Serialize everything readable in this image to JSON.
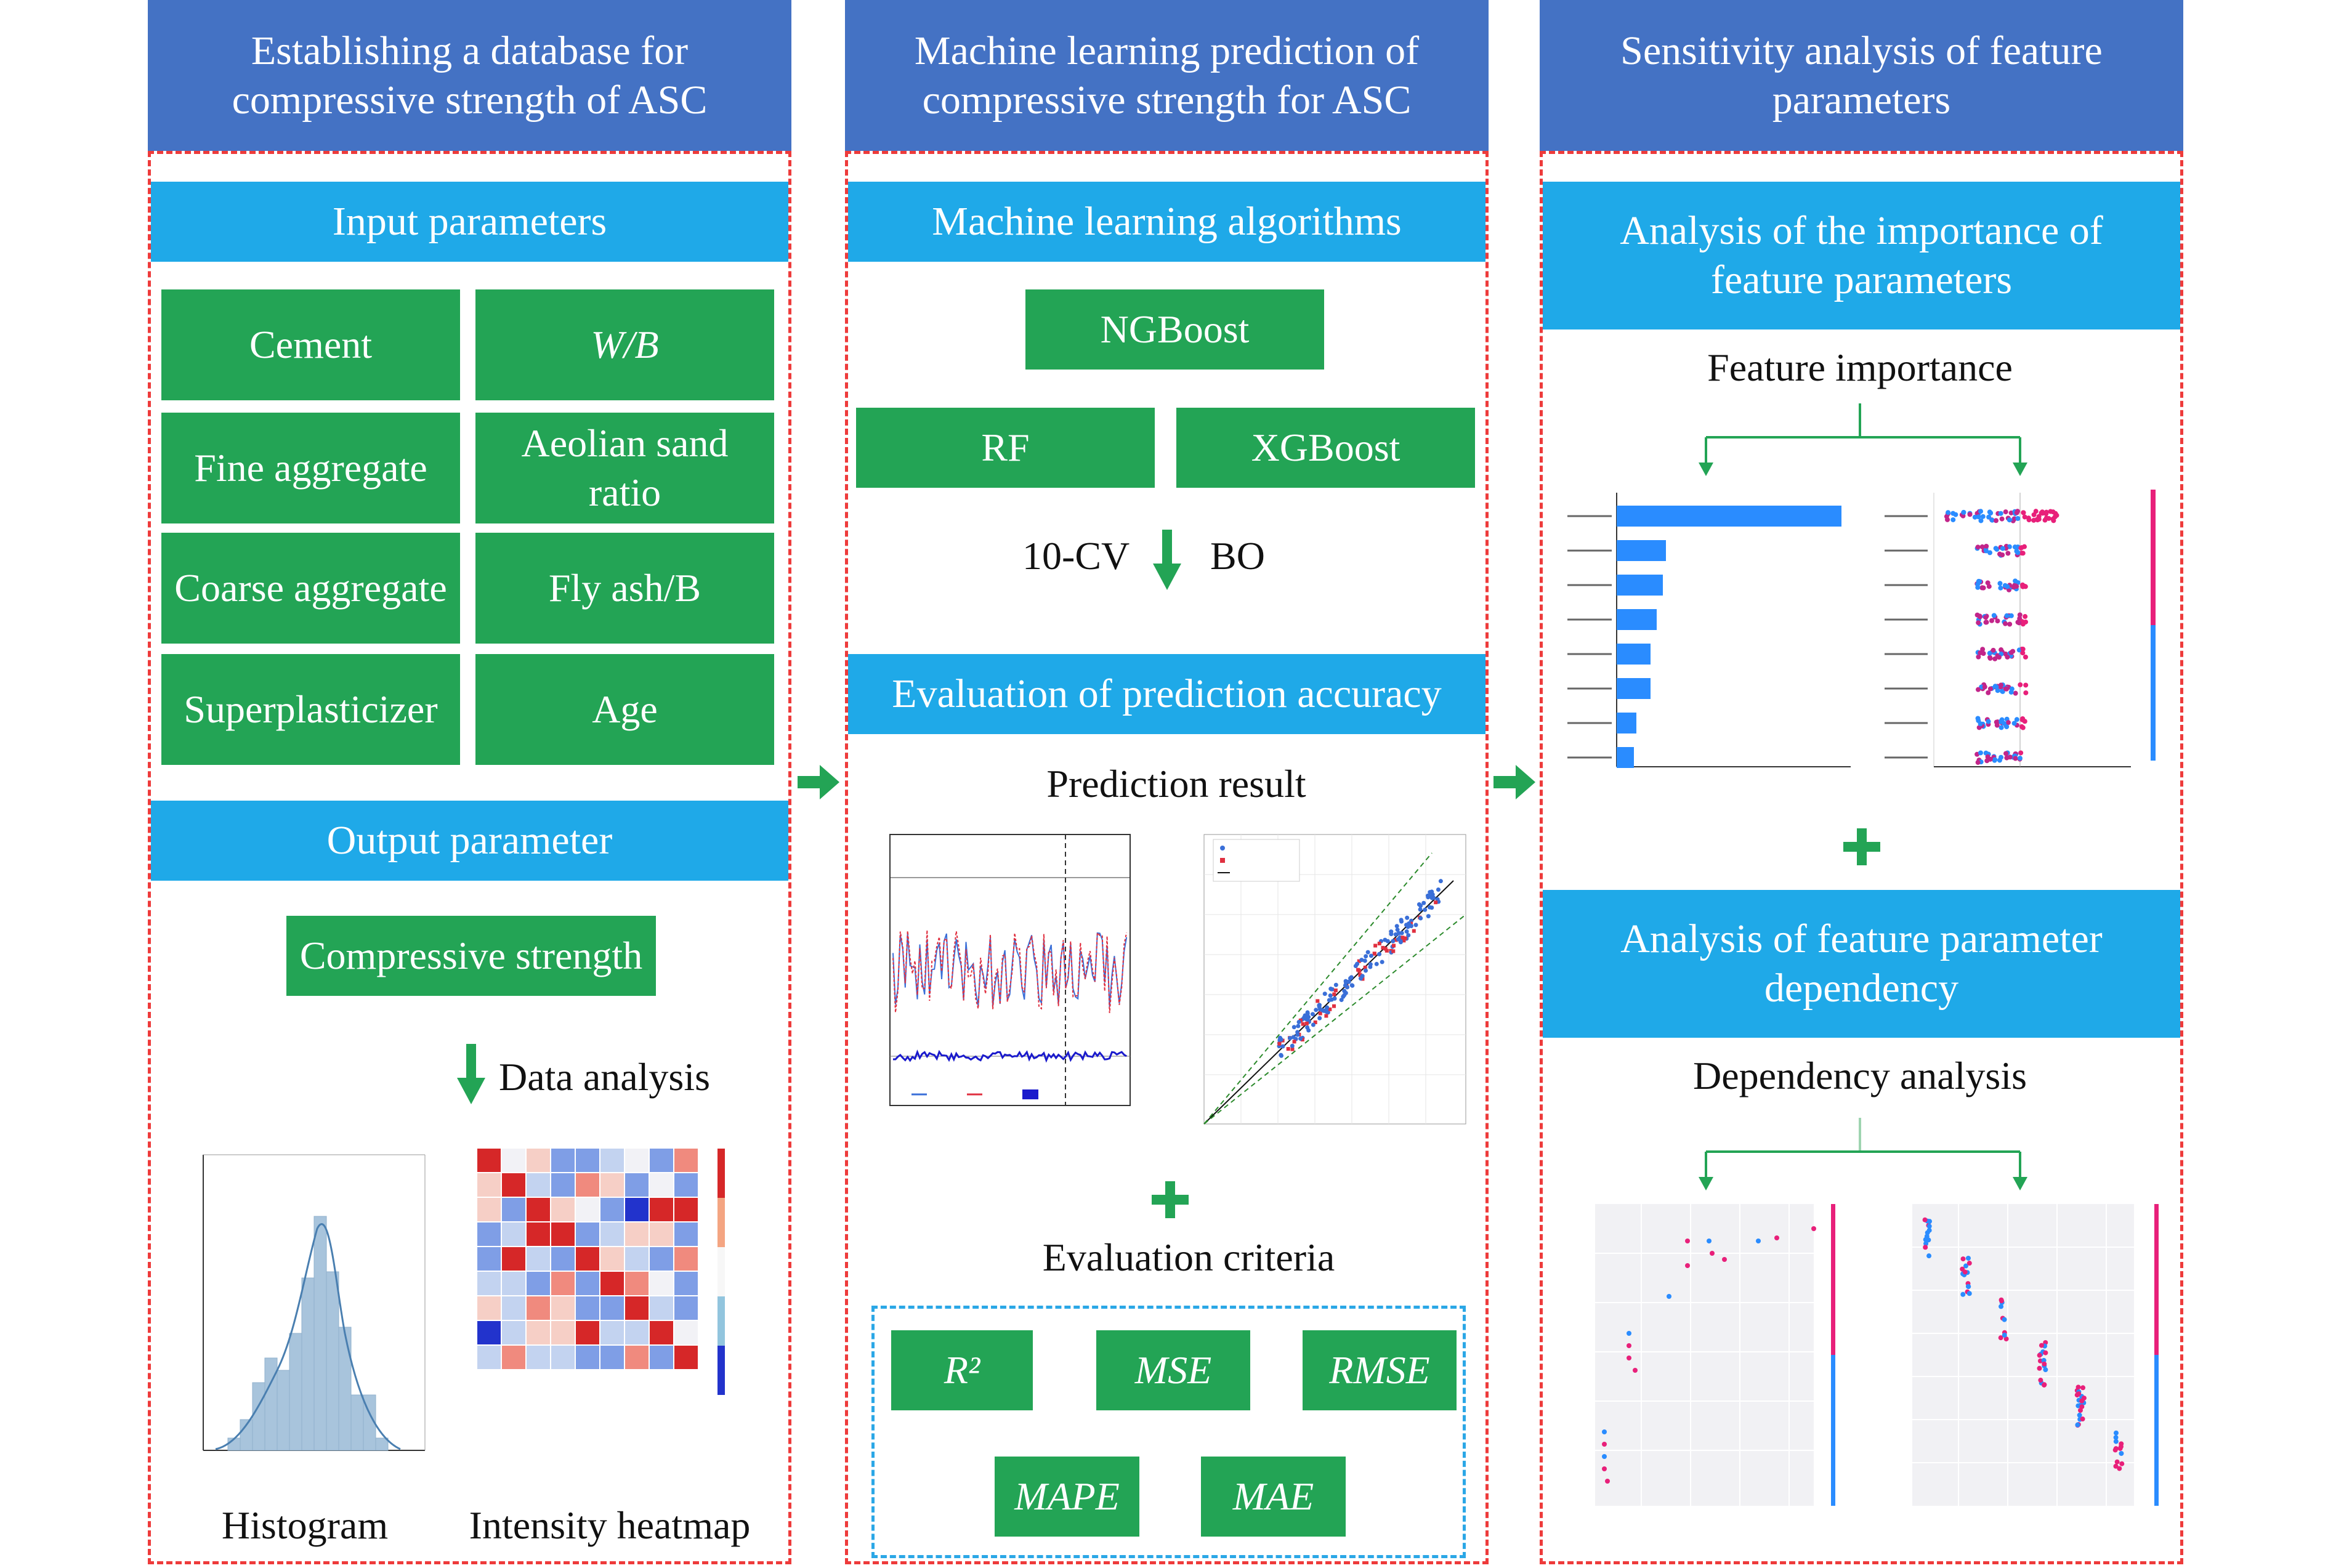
{
  "columns": [
    {
      "header": "Establishing a database for compressive strength of ASC",
      "input_title": "Input parameters",
      "inputs": [
        "Cement",
        "W/B",
        "Fine aggregate",
        "Aeolian sand ratio",
        "Coarse aggregate",
        "Fly ash/B",
        "Superplasticizer",
        "Age"
      ],
      "output_title": "Output parameter",
      "output": "Compressive strength",
      "data_analysis": "Data analysis",
      "histogram_label": "Histogram",
      "heatmap_label": "Intensity heatmap"
    },
    {
      "header": "Machine learning prediction of compressive strength for ASC",
      "ml_title": "Machine learning algorithms",
      "algorithms": [
        "NGBoost",
        "RF",
        "XGBoost"
      ],
      "cv": "10-CV",
      "bo": "BO",
      "eval_title": "Evaluation of prediction accuracy",
      "prediction_label": "Prediction result",
      "criteria_label": "Evaluation criteria",
      "criteria": [
        "R²",
        "MSE",
        "RMSE",
        "MAPE",
        "MAE"
      ]
    },
    {
      "header": "Sensitivity analysis of feature parameters",
      "importance_title": "Analysis of the importance of feature parameters",
      "importance_label": "Feature importance",
      "dependency_title": "Analysis of feature parameter dependency",
      "dependency_label": "Dependency analysis"
    }
  ],
  "colors": {
    "header": "#4472c4",
    "subheader": "#1fa9e8",
    "green_box": "#23a455",
    "dash_red": "#ee3b3b",
    "dash_blue": "#2ba7e6"
  },
  "icons": [
    "arrow-right-icon",
    "arrow-down-icon",
    "plus-icon"
  ]
}
